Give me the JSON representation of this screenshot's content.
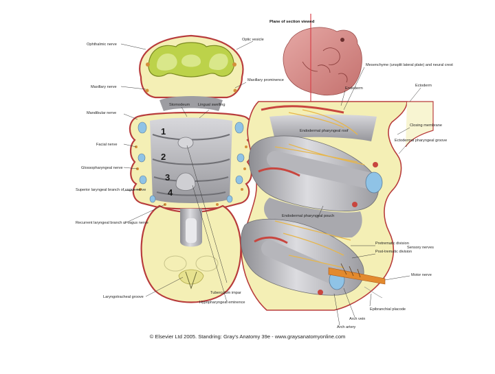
{
  "figure": {
    "plane_title": "Plane of section viewed",
    "caption": "© Elsevier Ltd 2005. Standring: Gray's Anatomy 39e - www.graysanatomyonline.com",
    "arches": [
      "1",
      "2",
      "3",
      "4"
    ],
    "labels": {
      "ophthalmic_nerve": "Ophthalmic nerve",
      "optic_vesicle": "Optic vesicle",
      "maxillary_nerve": "Maxillary nerve",
      "maxillary_prominence": "Maxillary prominence",
      "stomodeum": "Stomodeum",
      "lingual_swelling": "Lingual swelling",
      "mandibular_nerve": "Mandibular nerve",
      "facial_nerve": "Facial nerve",
      "glossopharyngeal_nerve": "Glossopharyngeal nerve",
      "superior_laryngeal": "Superior laryngeal branch of vagus nerve",
      "recurrent_laryngeal": "Recurrent laryngeal branch of vagus nerve",
      "laryngotracheal_groove": "Laryngotracheal groove",
      "tuberculum_impar": "Tuberculum impar",
      "hypopharyngeal_eminence": "Hypopharyngeal eminence",
      "mesenchyme": "Mesenchyme (unsplit lateral plate) and neural crest",
      "endoderm": "Endoderm",
      "ectoderm": "Ectoderm",
      "endodermal_pharyngeal_roof": "Endodermal pharyngeal roof",
      "closing_membrane": "Closing membrane",
      "ectodermal_pharyngeal_groove": "Ectodermal pharyngeal groove",
      "endodermal_pharyngeal_pouch": "Endodermal pharyngeal pouch",
      "pretrematic_division": "Pretrematic division",
      "post_trematic_division": "Post-trematic division",
      "sensory_nerves": "Sensory nerves",
      "motor_nerve": "Motor nerve",
      "epibranchial_placode": "Epibranchial placode",
      "arch_artery": "Arch artery",
      "arch_vein": "Arch vein"
    },
    "colors": {
      "mesenchyme_yellow": "#f4efb5",
      "brain_green": "#bcd24a",
      "embryo_pink": "#d98d8b",
      "pharynx_grey": "#b9b9bd",
      "nerve": "#e7b64a",
      "artery_red": "#c8463f",
      "vein_blue": "#8fc3e6",
      "section_line": "#d8424a"
    }
  }
}
